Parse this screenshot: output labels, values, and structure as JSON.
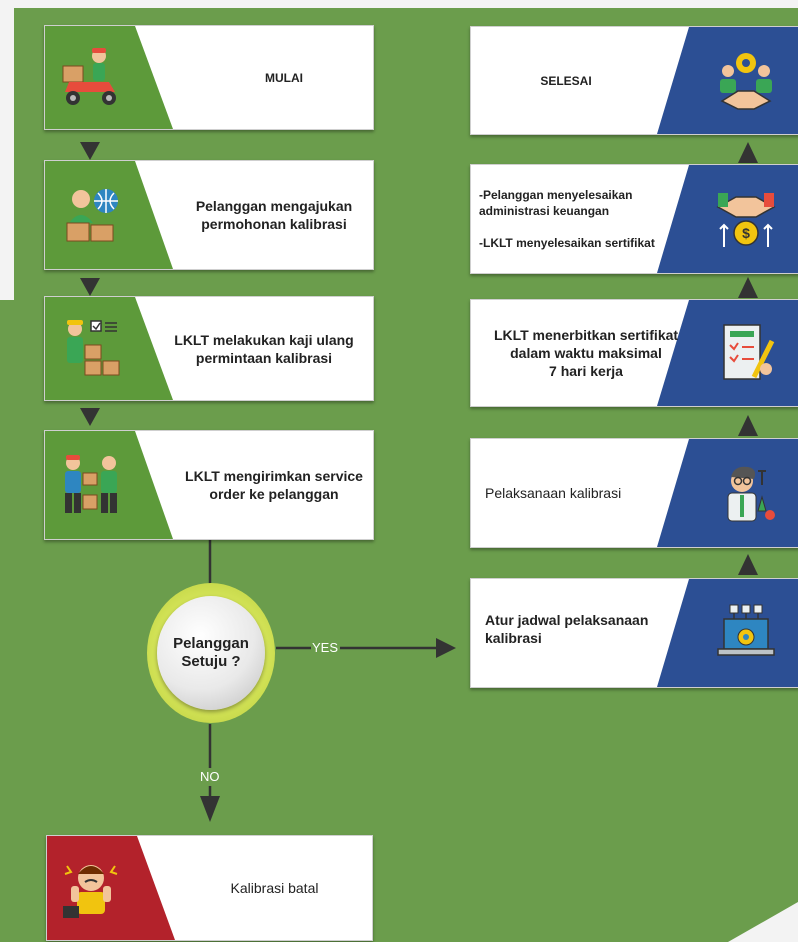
{
  "left_column": {
    "mulai": "MULAI",
    "step1": "Pelanggan mengajukan\npermohonan kalibrasi",
    "step2": "LKLT melakukan kaji ulang\npermintaan kalibrasi",
    "step3": "LKLT mengirimkan service\norder ke pelanggan",
    "batal": "Kalibrasi batal"
  },
  "decision": {
    "label": "Pelanggan\nSetuju ?",
    "yes": "YES",
    "no": "NO"
  },
  "right_column": {
    "selesai": "SELESAI",
    "admin": "-Pelanggan menyelesaikan\nadministrasi keuangan\n\n-LKLT menyelesaikan sertifikat",
    "terbit": "LKLT menerbitkan sertifikat\ndalam waktu maksimal\n7 hari kerja",
    "pelaksanaan": "Pelaksanaan kalibrasi",
    "jadwal": "Atur jadwal pelaksanaan\nkalibrasi"
  },
  "icons": {
    "mulai": "delivery-scooter-icon",
    "step1": "customer-globe-icon",
    "step2": "checklist-boxes-icon",
    "step3": "handover-icon",
    "batal": "stressed-person-icon",
    "selesai": "handshake-gears-icon",
    "admin": "money-handshake-icon",
    "terbit": "certificate-icon",
    "pelaksanaan": "scientist-icon",
    "jadwal": "laptop-schedule-icon"
  },
  "colors": {
    "background": "#6b9d4c",
    "green_band": "#5d9a3a",
    "blue_band": "#2c4f94",
    "red_band": "#b3222b"
  }
}
